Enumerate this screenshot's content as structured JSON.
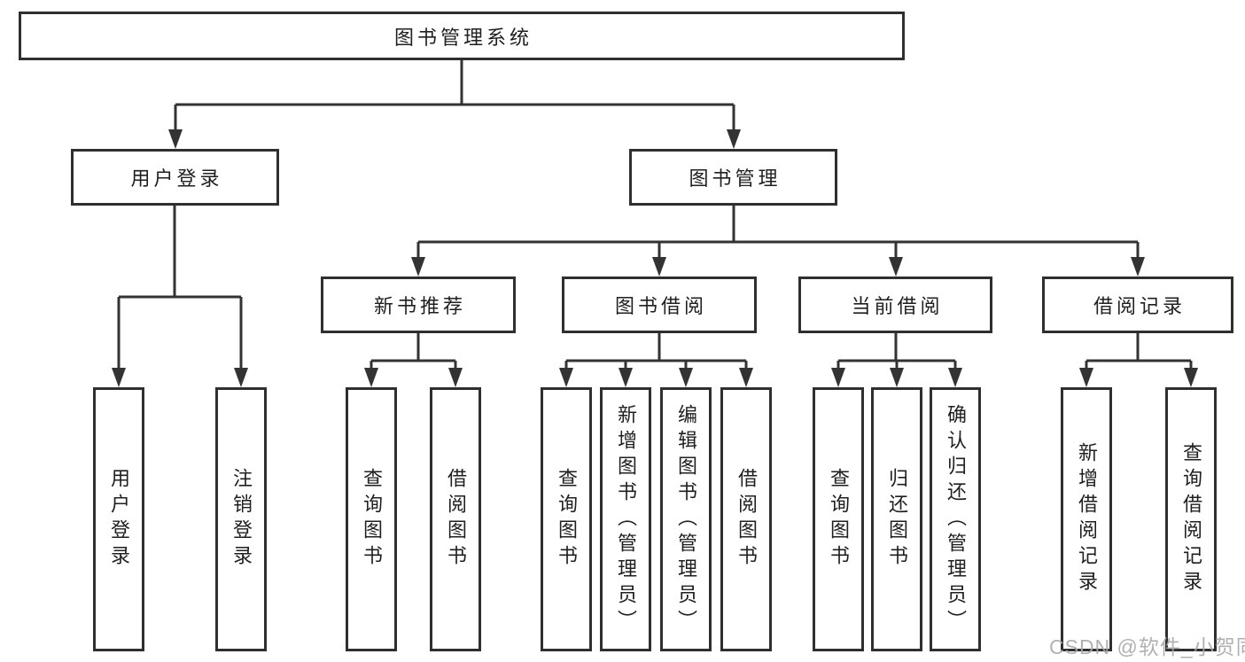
{
  "diagram": {
    "root": {
      "label": "图书管理系统"
    },
    "branches": [
      {
        "label": "用户登录",
        "children": [
          {
            "label": "用户登录"
          },
          {
            "label": "注销登录"
          }
        ]
      },
      {
        "label": "图书管理",
        "children": [
          {
            "label": "新书推荐",
            "children": [
              {
                "label": "查询图书"
              },
              {
                "label": "借阅图书"
              }
            ]
          },
          {
            "label": "图书借阅",
            "children": [
              {
                "label": "查询图书"
              },
              {
                "label": "新增图书（管理员）"
              },
              {
                "label": "编辑图书（管理员）"
              },
              {
                "label": "借阅图书"
              }
            ]
          },
          {
            "label": "当前借阅",
            "children": [
              {
                "label": "查询图书"
              },
              {
                "label": "归还图书"
              },
              {
                "label": "确认归还（管理员）"
              }
            ]
          },
          {
            "label": "借阅记录",
            "children": [
              {
                "label": "新增借阅记录"
              },
              {
                "label": "查询借阅记录"
              }
            ]
          }
        ]
      }
    ]
  },
  "watermark": {
    "text": "CSDN @软件_小贺同学"
  },
  "colors": {
    "line": "#333333",
    "box_border": "#2f2f2f",
    "text": "#1f1f1f",
    "watermark": "#a8a8a8",
    "background": "#ffffff"
  }
}
